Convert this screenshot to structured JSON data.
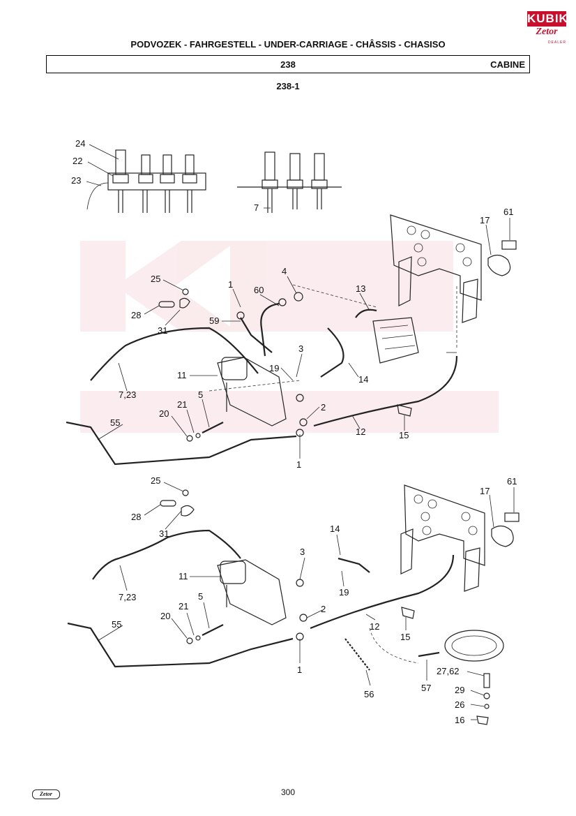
{
  "logo": {
    "top": "KUBIK",
    "bottom": "Zetor",
    "dealer": "DEALER"
  },
  "header": {
    "title": "PODVOZEK - FAHRGESTELL - UNDER-CARRIAGE - CHÂSSIS - CHASISO",
    "group_code": "238",
    "section": "CABINE",
    "figure_code": "238-1"
  },
  "callouts": {
    "top_insets": [
      "24",
      "22",
      "23",
      "7"
    ],
    "upper_assembly": [
      "61",
      "17",
      "4",
      "1",
      "60",
      "13",
      "25",
      "28",
      "31",
      "59",
      "3",
      "11",
      "19",
      "14",
      "7,23",
      "2",
      "21",
      "5",
      "20",
      "55",
      "12",
      "15",
      "1"
    ],
    "lower_assembly": [
      "25",
      "61",
      "17",
      "28",
      "31",
      "14",
      "3",
      "11",
      "19",
      "7,23",
      "2",
      "5",
      "21",
      "12",
      "20",
      "55",
      "15",
      "1",
      "27,62",
      "57",
      "29",
      "56",
      "26",
      "16"
    ]
  },
  "footer": {
    "page_number": "300",
    "brand": "Zetor"
  }
}
